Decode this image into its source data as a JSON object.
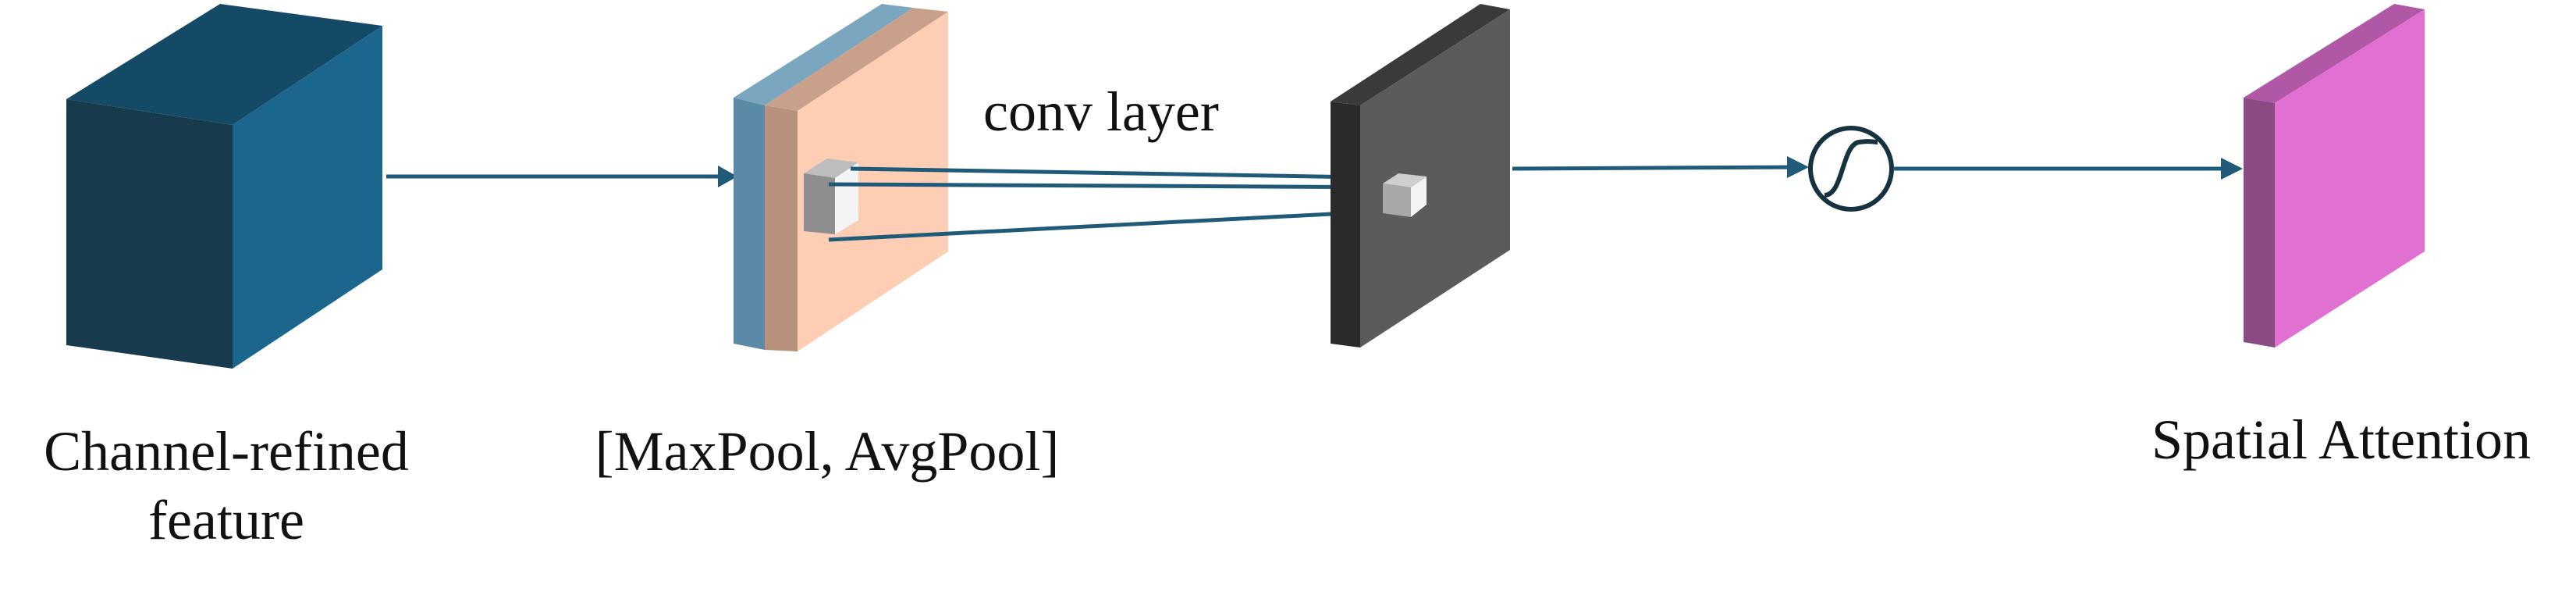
{
  "labels": {
    "channel_refined_line1": "Channel-refined",
    "channel_refined_line2": "feature",
    "pooling": "[MaxPool, AvgPool]",
    "conv_layer": "conv layer",
    "spatial_attention": "Spatial Attention"
  },
  "colors": {
    "feature_front": "#173b4d",
    "feature_side": "#1a668c",
    "feature_top": "#144a66",
    "pool_blue": "#5b8aa6",
    "pool_blue_top": "#7aa6c0",
    "pool_brown": "#b8917d",
    "pool_peach": "#fdcdb4",
    "conv_edge": "#2a2a2a",
    "conv_face": "#5b5b5b",
    "attention_edge": "#8a4a84",
    "attention_face": "#e071d3",
    "attention_top": "#b058a6",
    "arrow": "#1f5a78",
    "sigmoid_stroke": "#16323f"
  },
  "icons": {
    "sigmoid": "sigmoid-icon"
  }
}
